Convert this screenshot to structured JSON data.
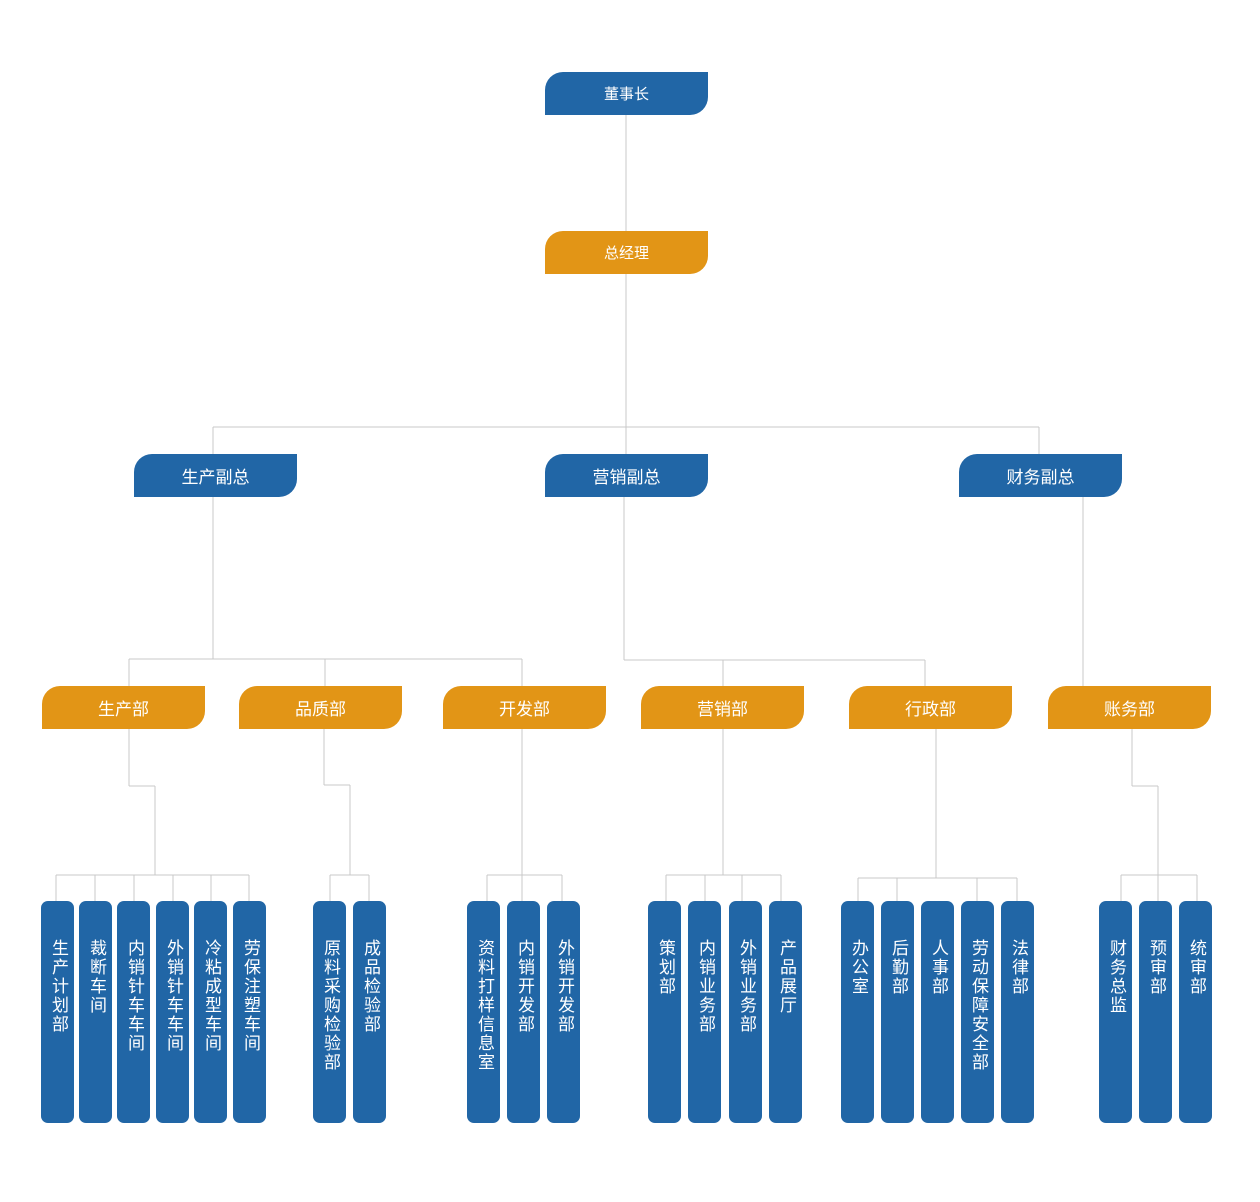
{
  "colors": {
    "blue": "#2166a6",
    "orange": "#e29516",
    "line": "#c9c9c9"
  },
  "chairman": "董事长",
  "general_manager": "总经理",
  "vice_presidents": {
    "production": "生产副总",
    "marketing": "营销副总",
    "finance": "财务副总"
  },
  "departments": {
    "production": "生产部",
    "quality": "品质部",
    "development": "开发部",
    "marketing": "营销部",
    "admin": "行政部",
    "accounts": "账务部"
  },
  "units": {
    "production": [
      "生产计划部",
      "裁断车间",
      "内销针车车间",
      "外销针车车间",
      "冷粘成型车间",
      "劳保注塑车间"
    ],
    "quality": [
      "原料采购检验部",
      "成品检验部"
    ],
    "development": [
      "资料打样信息室",
      "内销开发部",
      "外销开发部"
    ],
    "marketing": [
      "策划部",
      "内销业务部",
      "外销业务部",
      "产品展厅"
    ],
    "admin": [
      "办公室",
      "后勤部",
      "人事部",
      "劳动保障安全部",
      "法律部"
    ],
    "accounts": [
      "财务总监",
      "预审部",
      "统审部"
    ]
  }
}
